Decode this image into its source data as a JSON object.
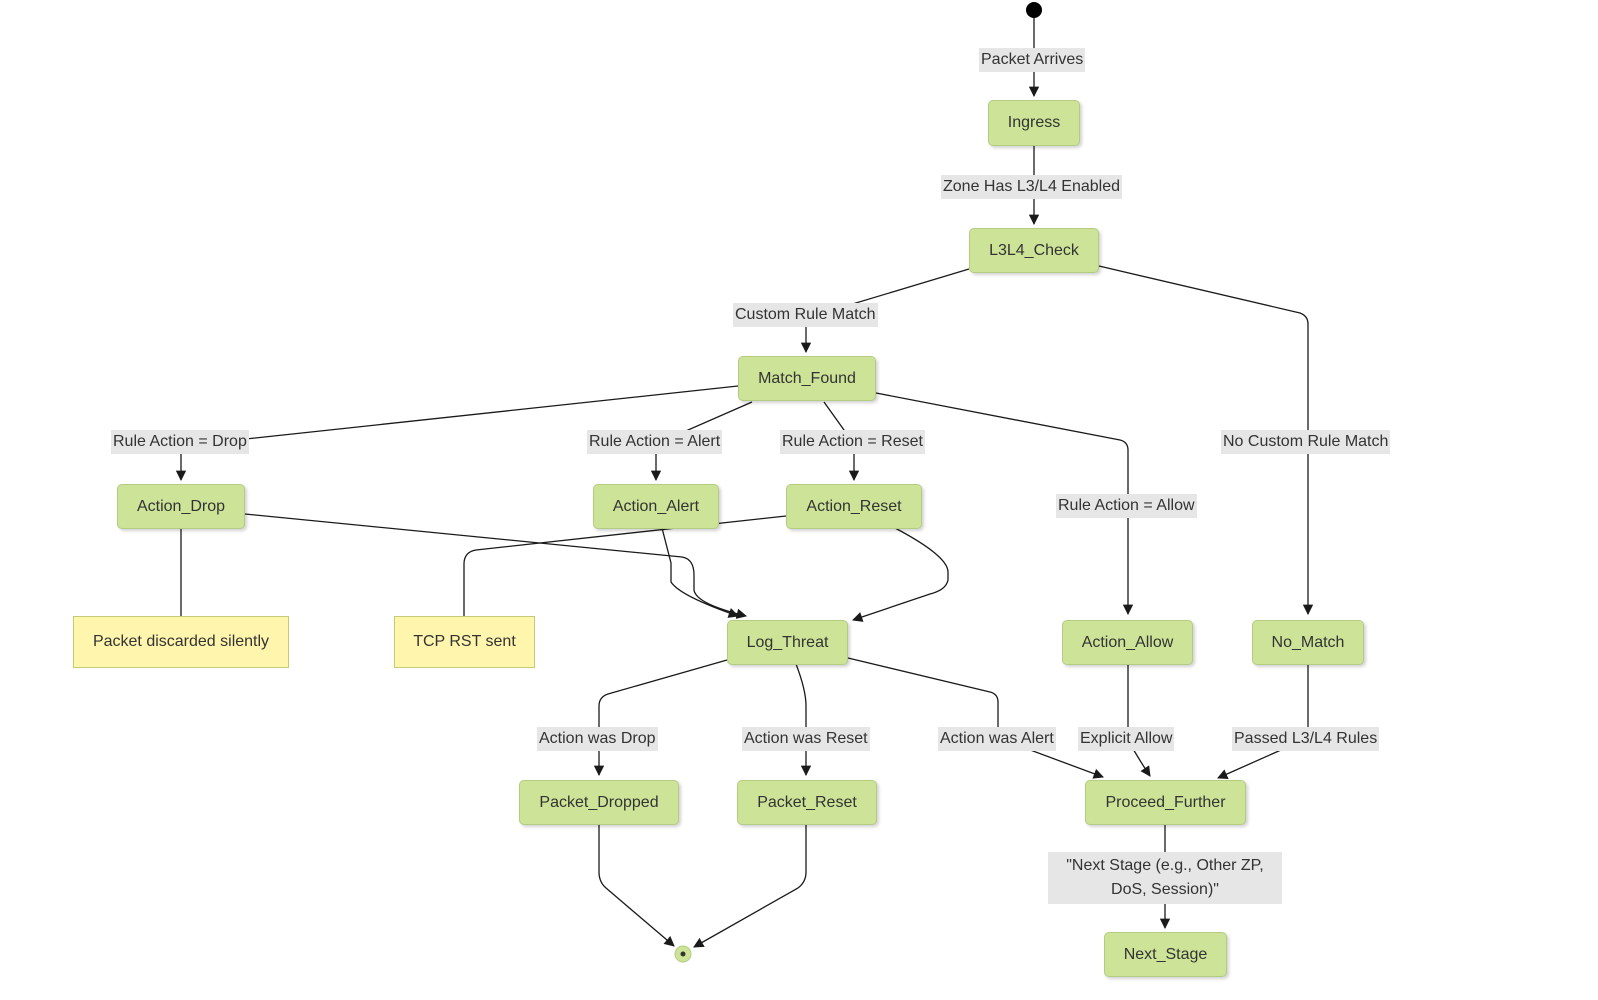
{
  "states": {
    "ingress": "Ingress",
    "l3l4_check": "L3L4_Check",
    "match_found": "Match_Found",
    "action_drop": "Action_Drop",
    "action_alert": "Action_Alert",
    "action_reset": "Action_Reset",
    "action_allow": "Action_Allow",
    "no_match": "No_Match",
    "log_threat": "Log_Threat",
    "packet_dropped": "Packet_Dropped",
    "packet_reset": "Packet_Reset",
    "proceed_further": "Proceed_Further",
    "next_stage": "Next_Stage"
  },
  "notes": {
    "drop_note": "Packet discarded silently",
    "reset_note": "TCP RST sent"
  },
  "transitions": {
    "packet_arrives": "Packet Arrives",
    "zone_enabled": "Zone Has L3/L4 Enabled",
    "custom_rule_match": "Custom Rule Match",
    "no_custom_rule_match": "No Custom Rule Match",
    "rule_drop": "Rule Action = Drop",
    "rule_alert": "Rule Action = Alert",
    "rule_reset": "Rule Action = Reset",
    "rule_allow": "Rule Action = Allow",
    "action_was_drop": "Action was Drop",
    "action_was_reset": "Action was Reset",
    "action_was_alert": "Action was Alert",
    "explicit_allow": "Explicit Allow",
    "passed_rules": "Passed L3/L4 Rules",
    "next_stage_label": "\"Next Stage (e.g., Other ZP, DoS, Session)\""
  },
  "colors": {
    "state_fill": "#cde498",
    "state_border": "#b4cc82",
    "note_fill": "#fff5ad",
    "label_bg": "#e6e6e6",
    "edge": "#1a1a1a"
  }
}
